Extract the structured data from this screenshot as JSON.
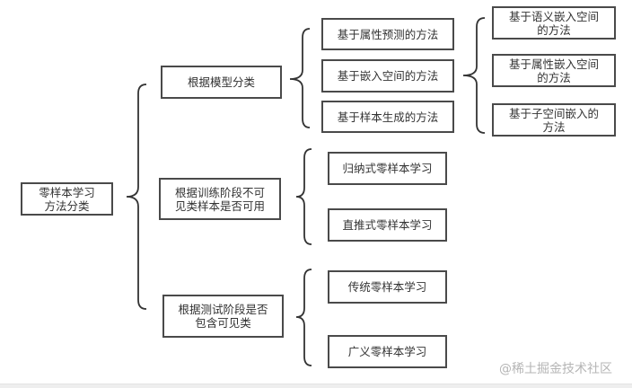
{
  "root": {
    "label": "零样本学习\n方法分类"
  },
  "categories": [
    {
      "label": "根据模型分类",
      "children": [
        {
          "label": "基于属性预测的方法"
        },
        {
          "label": "基于嵌入空间的方法",
          "children": [
            {
              "label": "基于语义嵌入空间的方法"
            },
            {
              "label": "基于属性嵌入空间的方法"
            },
            {
              "label": "基于子空间嵌入的方法"
            }
          ]
        },
        {
          "label": "基于样本生成的方法"
        }
      ]
    },
    {
      "label": "根据训练阶段不可见类样本是否可用",
      "children": [
        {
          "label": "归纳式零样本学习"
        },
        {
          "label": "直推式零样本学习"
        }
      ]
    },
    {
      "label": "根据测试阶段是否包含可见类",
      "children": [
        {
          "label": "传统零样本学习"
        },
        {
          "label": "广义零样本学习"
        }
      ]
    }
  ],
  "watermark": "@稀土掘金技术社区"
}
